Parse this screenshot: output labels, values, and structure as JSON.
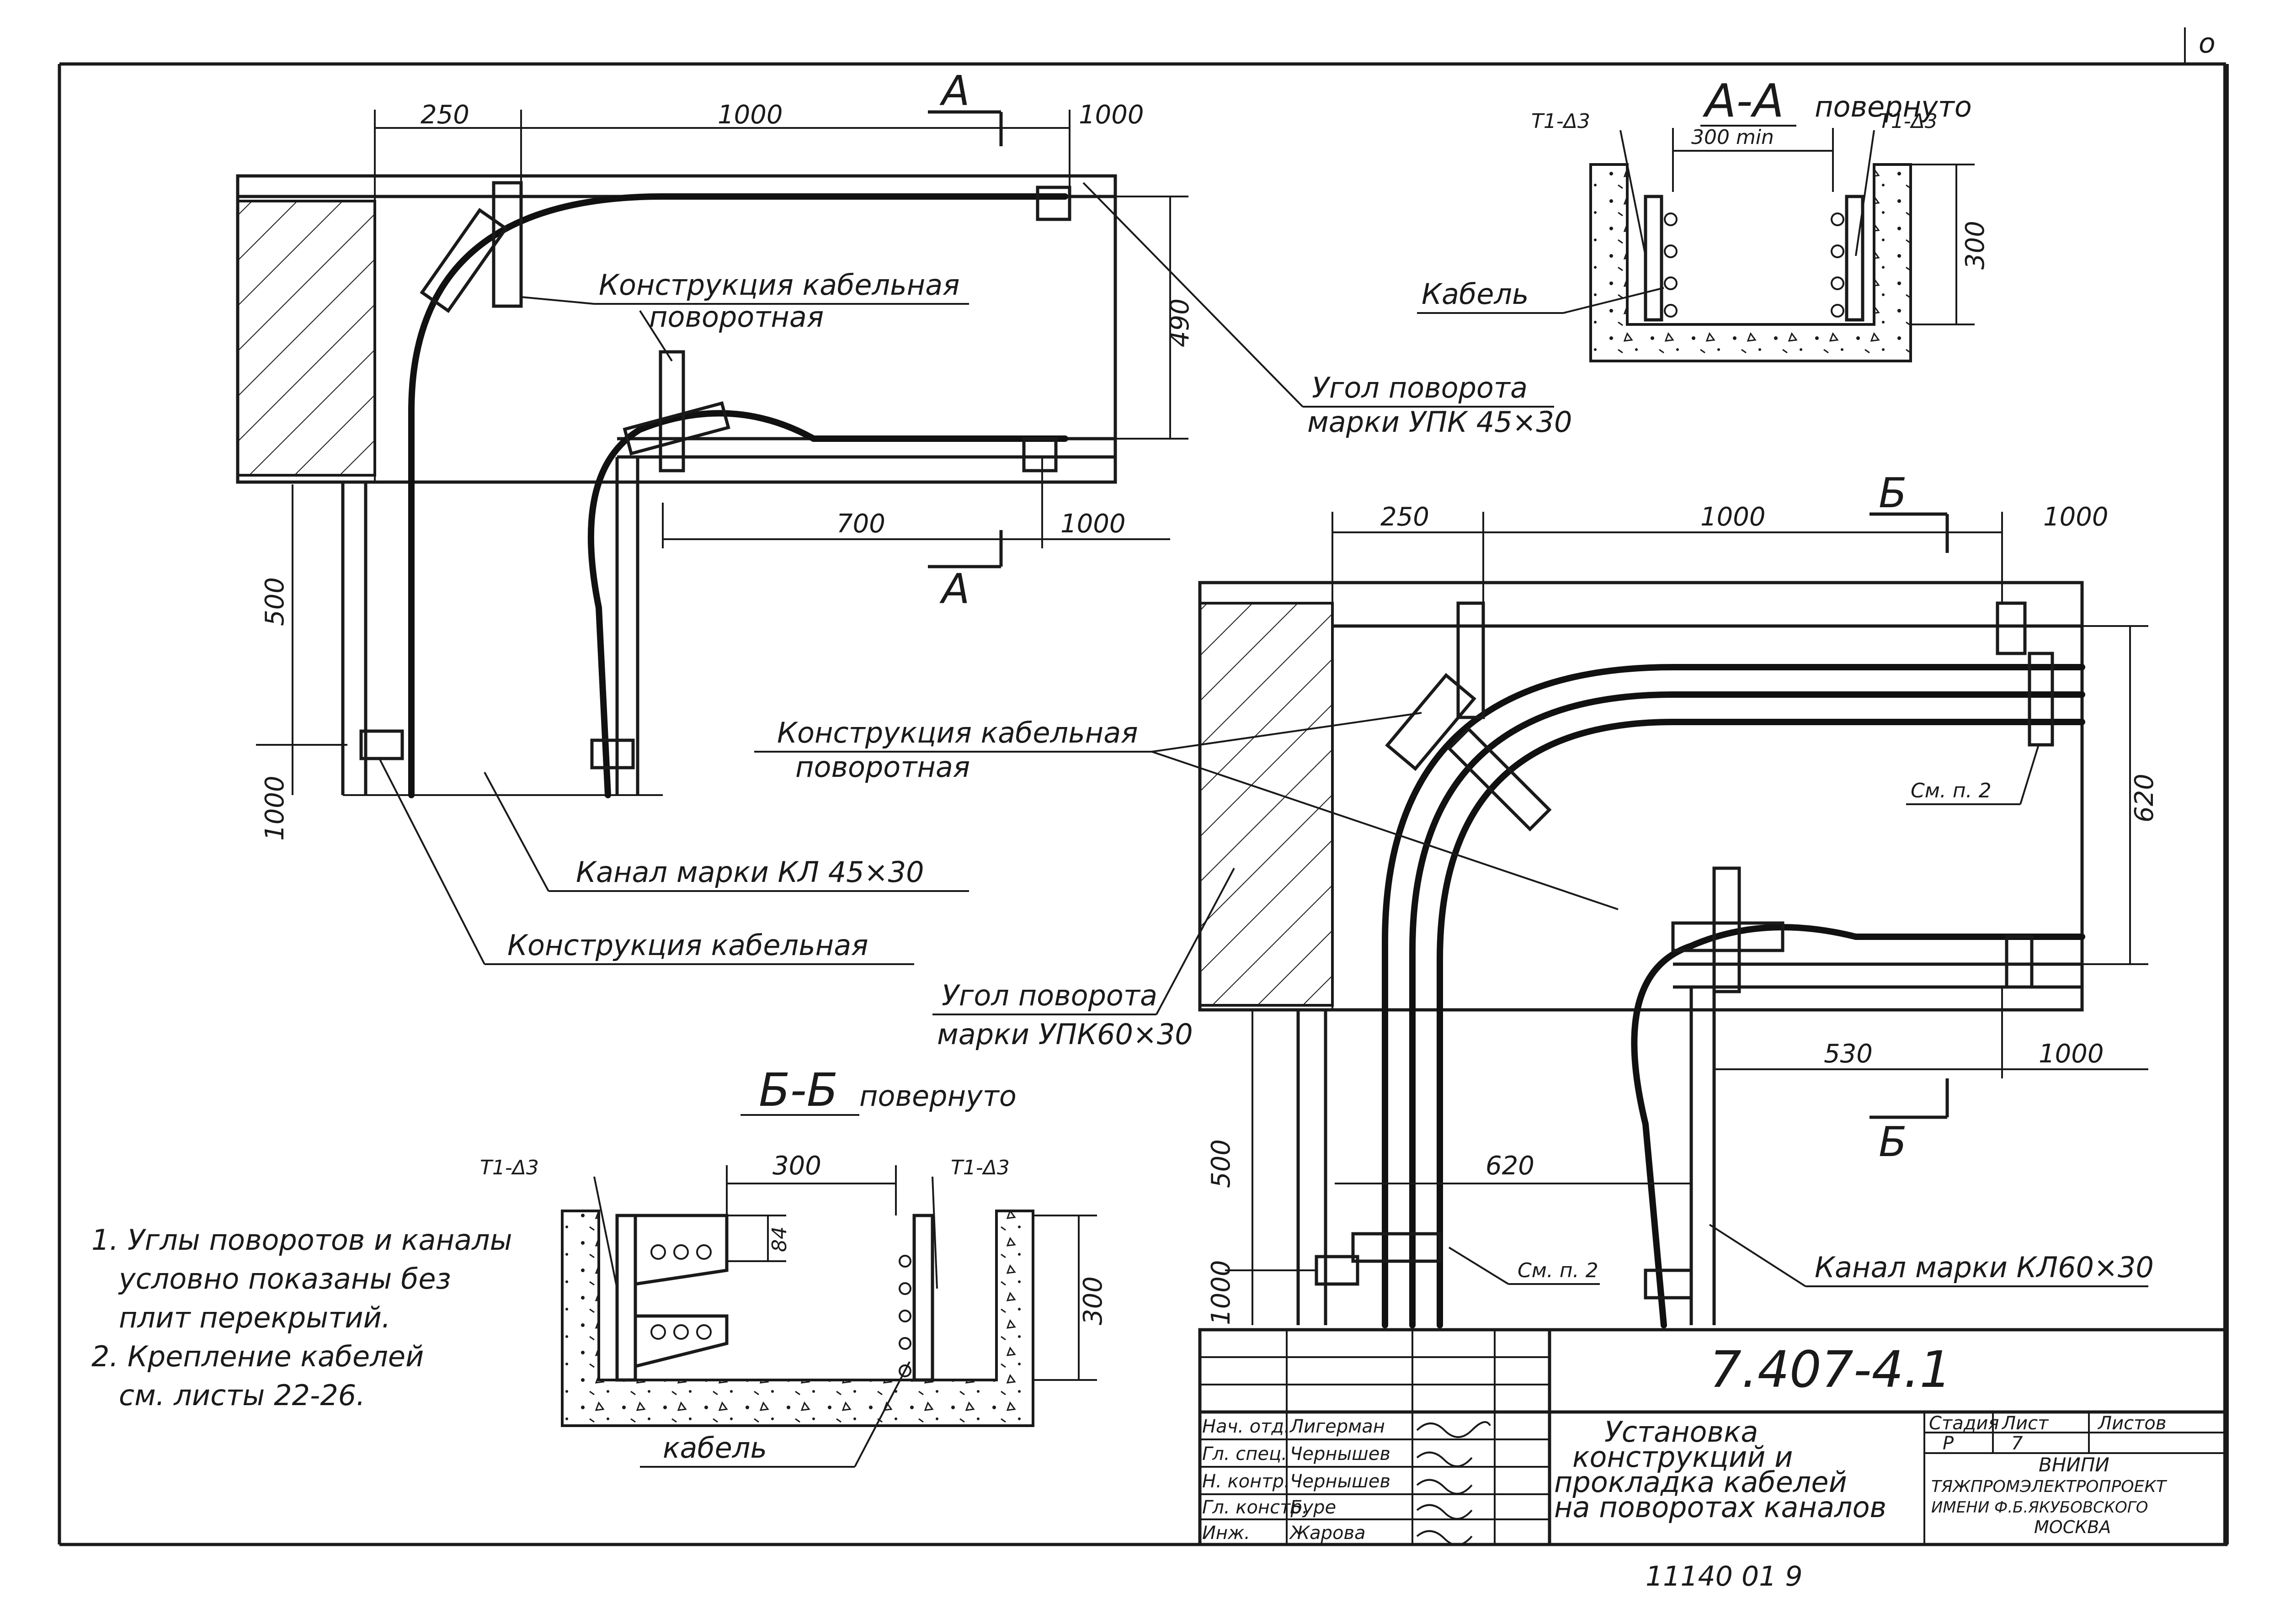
{
  "corner_mark": "o",
  "top_view_1": {
    "dims_top": [
      "250",
      "1000",
      "1000"
    ],
    "dims_mid": [
      "700",
      "1000"
    ],
    "dims_right": "490",
    "dims_left": [
      "500",
      "1000"
    ],
    "section_mark": "A",
    "label_turn_construction": [
      "Конструкция кабельная",
      "поворотная"
    ],
    "label_corner": [
      "Угол поворота",
      "марки УПК 45×30"
    ],
    "label_channel": "Канал марки КЛ 45×30",
    "label_construction": "Конструкция кабельная"
  },
  "section_aa": {
    "title": "А-А",
    "subtitle": "повернуто",
    "left_tag": "Т1-Δ3",
    "right_tag": "Т1-Δ3",
    "width_dim": "300 min",
    "height_dim": "300",
    "label_cable": "Кабель"
  },
  "top_view_2": {
    "dims_top": [
      "250",
      "1000",
      "1000"
    ],
    "dims_right": "620",
    "dims_mid": [
      "530",
      "1000"
    ],
    "dims_bottom": "620",
    "dims_left": [
      "500",
      "1000"
    ],
    "section_mark": "Б",
    "label_turn_construction": [
      "Конструкция кабельная",
      "поворотная"
    ],
    "label_corner": [
      "Угол поворота",
      "марки УПК60×30"
    ],
    "label_note_ref": "См. п. 2",
    "label_note_ref2": "См. п. 2",
    "label_channel": "Канал марки КЛ60×30"
  },
  "section_bb": {
    "title": "Б-Б",
    "subtitle": "повернуто",
    "left_tag": "Т1-Δ3",
    "right_tag": "Т1-Δ3",
    "width_dim": "300",
    "height_dim": "300",
    "small_dim": "84",
    "label_cable": "кабель"
  },
  "notes": [
    "1. Углы поворотов и каналы",
    "условно показаны без",
    "плит перекрытий.",
    "2. Крепление кабелей",
    "см. листы 22-26."
  ],
  "title_block": {
    "drawing_number": "7.407-4.1",
    "title_lines": [
      "Установка",
      "конструкций и",
      "прокладка кабелей",
      "на поворотах каналов"
    ],
    "roles": [
      "Нач. отд.",
      "Гл. спец.",
      "Н. контр.",
      "Гл. констр.",
      "Инж."
    ],
    "names": [
      "Лигерман",
      "Чернышев",
      "Чернышев",
      "Буре",
      "Жарова"
    ],
    "stage_label": "Стадия",
    "sheet_label": "Лист",
    "sheets_label": "Листов",
    "stage_value": "Р",
    "sheet_value": "7",
    "org_lines": [
      "ВНИПИ",
      "ТЯЖПРОМЭЛЕКТРОПРОЕКТ",
      "ИМЕНИ Ф.Б.ЯКУБОВСКОГО",
      "МОСКВА"
    ]
  },
  "bottom_stamp": "11140 01 9"
}
